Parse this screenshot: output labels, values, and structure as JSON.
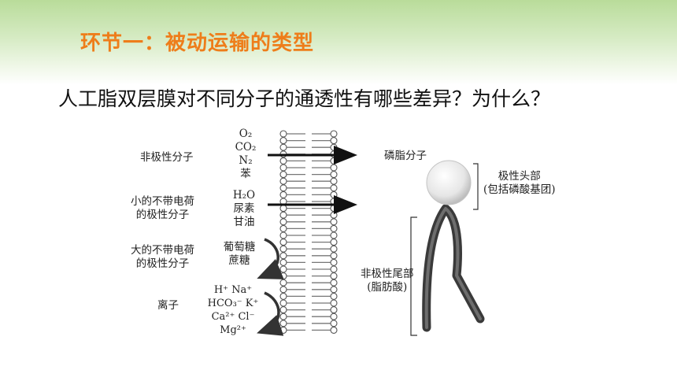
{
  "title": "环节一：被动运输的类型",
  "question": "人工脂双层膜对不同分子的通透性有哪些差异？为什么？",
  "diagram": {
    "left_labels": {
      "nonpolar": "非极性分子",
      "small_uncharged_polar": "小的不带电荷\n的极性分子",
      "large_uncharged_polar": "大的不带电荷\n的极性分子",
      "ions": "离子"
    },
    "molecules": {
      "nonpolar": [
        "O₂",
        "CO₂",
        "N₂",
        "苯"
      ],
      "small_polar": [
        "H₂O",
        "尿素",
        "甘油"
      ],
      "large_polar": [
        "葡萄糖",
        "蔗糖"
      ],
      "ions": [
        "H⁺   Na⁺",
        "HCO₃⁻  K⁺",
        "Ca²⁺ Cl⁻",
        "Mg²⁺"
      ]
    },
    "phospholipid": {
      "name": "磷脂分子",
      "head": "极性头部\n(包括磷酸基团)",
      "tail": "非极性尾部\n(脂肪酸)"
    }
  }
}
